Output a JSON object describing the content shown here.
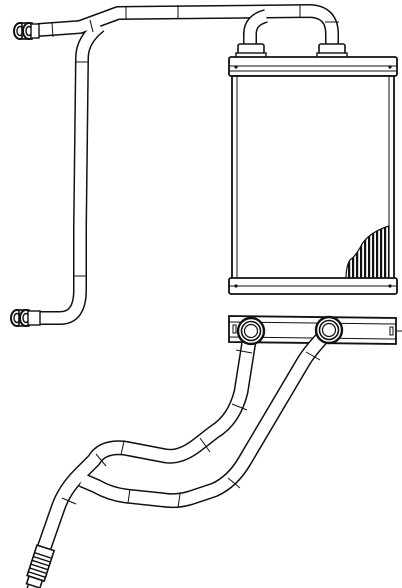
{
  "diagram": {
    "subject": "heater-core-assembly",
    "colors": {
      "background": "#ffffff",
      "line": "#111111",
      "fill": "#ffffff",
      "fin_hatch": "#111111"
    },
    "parts": [
      {
        "name": "upper-hose-assembly"
      },
      {
        "name": "heater-core"
      },
      {
        "name": "mounting-bracket"
      },
      {
        "name": "lower-hose-assembly"
      }
    ]
  }
}
